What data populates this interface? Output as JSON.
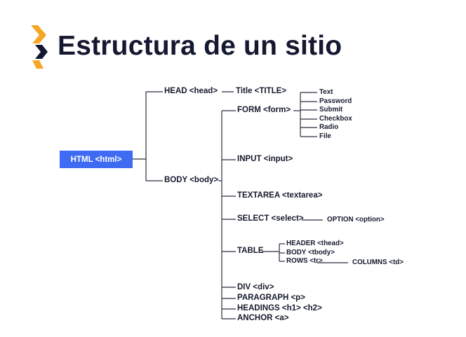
{
  "title": "Estructura de un sitio",
  "colors": {
    "accent": "#3f6bf2",
    "logo_orange": "#f5a623",
    "logo_dark": "#141830",
    "text": "#161a2e"
  },
  "tree": {
    "root": "HTML <html>",
    "head": "HEAD <head>",
    "title_tag": "Title <TITLE>",
    "body": "BODY <body>",
    "form": "FORM <form>",
    "form_items": [
      "Text",
      "Password",
      "Submit",
      "Checkbox",
      "Radio",
      "File"
    ],
    "input": "INPUT <input>",
    "textarea": "TEXTAREA <textarea>",
    "select": "SELECT <select>",
    "option": "OPTION <option>",
    "table": "TABLE",
    "table_items": [
      "HEADER <thead>",
      "BODY <tbody>",
      "ROWS <tr>"
    ],
    "columns": "COLUMNS <td>",
    "div": "DIV <div>",
    "paragraph": "PARAGRAPH <p>",
    "headings": "HEADINGS <h1> <h2>",
    "anchor": "ANCHOR <a>"
  }
}
